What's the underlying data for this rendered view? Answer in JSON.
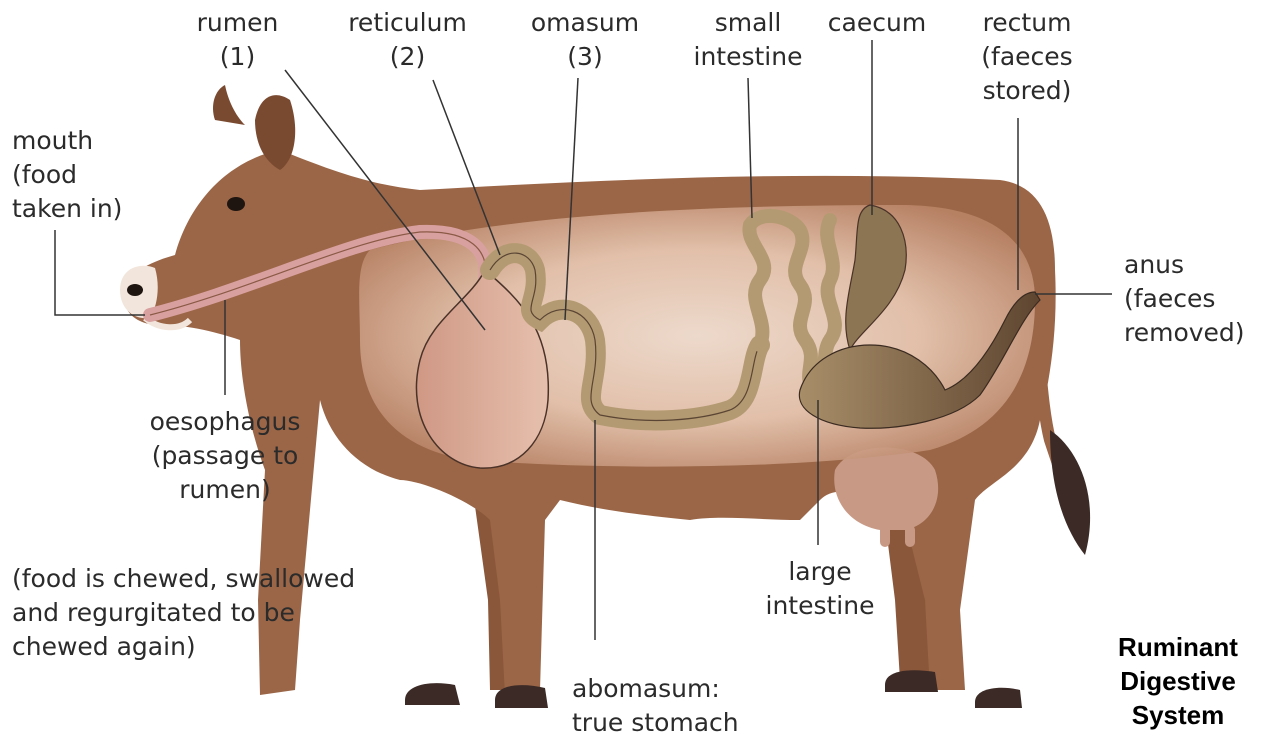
{
  "diagram": {
    "labels": {
      "rumen": "rumen\n(1)",
      "reticulum": "reticulum\n(2)",
      "omasum": "omasum\n(3)",
      "small_intestine": "small\nintestine",
      "caecum": "caecum",
      "rectum": "rectum\n(faeces\nstored)",
      "mouth": "mouth\n(food\ntaken in)",
      "anus": "anus\n(faeces\nremoved)",
      "oesophagus": "oesophagus\n(passage to\nrumen)",
      "chewing_note": "(food is chewed, swallowed\nand regurgitated to be\nchewed again)",
      "large_intestine": "large\nintestine",
      "abomasum": "abomasum:\ntrue stomach"
    },
    "title": "Ruminant\nDigestive\nSystem",
    "colors": {
      "body": "#9b6647",
      "body_dark": "#7a4a30",
      "interior_light": "#f3dfd0",
      "stomach": "#c9917a",
      "intestine": "#b49a72",
      "large_intestine": "#8c7552",
      "oesophagus": "#d9a0a0",
      "hoof": "#3b2a26",
      "leader_line": "#333333"
    }
  }
}
